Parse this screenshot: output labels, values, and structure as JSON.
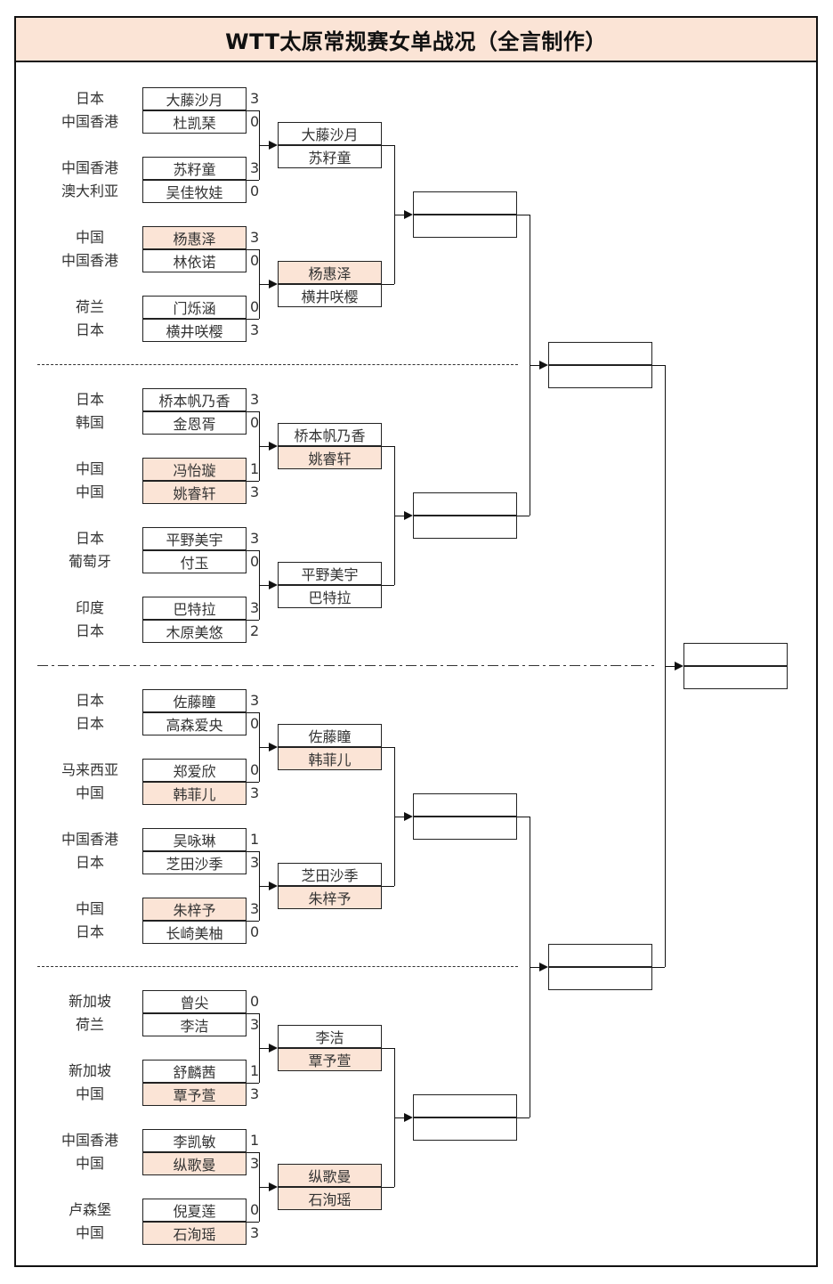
{
  "title": "WTT太原常规赛女单战况（全言制作）",
  "colors": {
    "highlight": "#FBE4D6",
    "line": "#111111"
  },
  "round_of_32": [
    {
      "p1": {
        "country": "日本",
        "name": "大藤沙月",
        "score": "3",
        "highlight": false
      },
      "p2": {
        "country": "中国香港",
        "name": "杜凯琹",
        "score": "0",
        "highlight": false
      }
    },
    {
      "p1": {
        "country": "中国香港",
        "name": "苏籽童",
        "score": "3",
        "highlight": false
      },
      "p2": {
        "country": "澳大利亚",
        "name": "吴佳牧娃",
        "score": "0",
        "highlight": false
      }
    },
    {
      "p1": {
        "country": "中国",
        "name": "杨惠泽",
        "score": "3",
        "highlight": true
      },
      "p2": {
        "country": "中国香港",
        "name": "林依诺",
        "score": "0",
        "highlight": false
      }
    },
    {
      "p1": {
        "country": "荷兰",
        "name": "门烁涵",
        "score": "0",
        "highlight": false
      },
      "p2": {
        "country": "日本",
        "name": "横井咲樱",
        "score": "3",
        "highlight": false
      }
    },
    {
      "p1": {
        "country": "日本",
        "name": "桥本帆乃香",
        "score": "3",
        "highlight": false
      },
      "p2": {
        "country": "韩国",
        "name": "金恩胥",
        "score": "0",
        "highlight": false
      }
    },
    {
      "p1": {
        "country": "中国",
        "name": "冯怡璇",
        "score": "1",
        "highlight": true
      },
      "p2": {
        "country": "中国",
        "name": "姚睿轩",
        "score": "3",
        "highlight": true
      }
    },
    {
      "p1": {
        "country": "日本",
        "name": "平野美宇",
        "score": "3",
        "highlight": false
      },
      "p2": {
        "country": "葡萄牙",
        "name": "付玉",
        "score": "0",
        "highlight": false
      }
    },
    {
      "p1": {
        "country": "印度",
        "name": "巴特拉",
        "score": "3",
        "highlight": false
      },
      "p2": {
        "country": "日本",
        "name": "木原美悠",
        "score": "2",
        "highlight": false
      }
    },
    {
      "p1": {
        "country": "日本",
        "name": "佐藤瞳",
        "score": "3",
        "highlight": false
      },
      "p2": {
        "country": "日本",
        "name": "高森爱央",
        "score": "0",
        "highlight": false
      }
    },
    {
      "p1": {
        "country": "马来西亚",
        "name": "郑爱欣",
        "score": "0",
        "highlight": false
      },
      "p2": {
        "country": "中国",
        "name": "韩菲儿",
        "score": "3",
        "highlight": true
      }
    },
    {
      "p1": {
        "country": "中国香港",
        "name": "吴咏琳",
        "score": "1",
        "highlight": false
      },
      "p2": {
        "country": "日本",
        "name": "芝田沙季",
        "score": "3",
        "highlight": false
      }
    },
    {
      "p1": {
        "country": "中国",
        "name": "朱梓予",
        "score": "3",
        "highlight": true
      },
      "p2": {
        "country": "日本",
        "name": "长崎美柚",
        "score": "0",
        "highlight": false
      }
    },
    {
      "p1": {
        "country": "新加坡",
        "name": "曾尖",
        "score": "0",
        "highlight": false
      },
      "p2": {
        "country": "荷兰",
        "name": "李洁",
        "score": "3",
        "highlight": false
      }
    },
    {
      "p1": {
        "country": "新加坡",
        "name": "舒麟茜",
        "score": "1",
        "highlight": false
      },
      "p2": {
        "country": "中国",
        "name": "覃予萱",
        "score": "3",
        "highlight": true
      }
    },
    {
      "p1": {
        "country": "中国香港",
        "name": "李凯敏",
        "score": "1",
        "highlight": false
      },
      "p2": {
        "country": "中国",
        "name": "纵歌曼",
        "score": "3",
        "highlight": true
      }
    },
    {
      "p1": {
        "country": "卢森堡",
        "name": "倪夏莲",
        "score": "0",
        "highlight": false
      },
      "p2": {
        "country": "中国",
        "name": "石洵瑶",
        "score": "3",
        "highlight": true
      }
    }
  ],
  "round_of_16": [
    {
      "p1": {
        "name": "大藤沙月",
        "highlight": false
      },
      "p2": {
        "name": "苏籽童",
        "highlight": false
      }
    },
    {
      "p1": {
        "name": "杨惠泽",
        "highlight": true
      },
      "p2": {
        "name": "横井咲樱",
        "highlight": false
      }
    },
    {
      "p1": {
        "name": "桥本帆乃香",
        "highlight": false
      },
      "p2": {
        "name": "姚睿轩",
        "highlight": true
      }
    },
    {
      "p1": {
        "name": "平野美宇",
        "highlight": false
      },
      "p2": {
        "name": "巴特拉",
        "highlight": false
      }
    },
    {
      "p1": {
        "name": "佐藤瞳",
        "highlight": false
      },
      "p2": {
        "name": "韩菲儿",
        "highlight": true
      }
    },
    {
      "p1": {
        "name": "芝田沙季",
        "highlight": false
      },
      "p2": {
        "name": "朱梓予",
        "highlight": true
      }
    },
    {
      "p1": {
        "name": "李洁",
        "highlight": false
      },
      "p2": {
        "name": "覃予萱",
        "highlight": true
      }
    },
    {
      "p1": {
        "name": "纵歌曼",
        "highlight": true
      },
      "p2": {
        "name": "石洵瑶",
        "highlight": true
      }
    }
  ],
  "quarterfinals": [
    {
      "p1": {
        "name": "",
        "highlight": false
      },
      "p2": {
        "name": "",
        "highlight": false
      }
    },
    {
      "p1": {
        "name": "",
        "highlight": false
      },
      "p2": {
        "name": "",
        "highlight": false
      }
    },
    {
      "p1": {
        "name": "",
        "highlight": false
      },
      "p2": {
        "name": "",
        "highlight": false
      }
    },
    {
      "p1": {
        "name": "",
        "highlight": false
      },
      "p2": {
        "name": "",
        "highlight": false
      }
    }
  ],
  "semifinals": [
    {
      "p1": {
        "name": "",
        "highlight": false
      },
      "p2": {
        "name": "",
        "highlight": false
      }
    },
    {
      "p1": {
        "name": "",
        "highlight": false
      },
      "p2": {
        "name": "",
        "highlight": false
      }
    }
  ],
  "final": [
    {
      "p1": {
        "name": "",
        "highlight": false
      },
      "p2": {
        "name": "",
        "highlight": false
      }
    }
  ]
}
